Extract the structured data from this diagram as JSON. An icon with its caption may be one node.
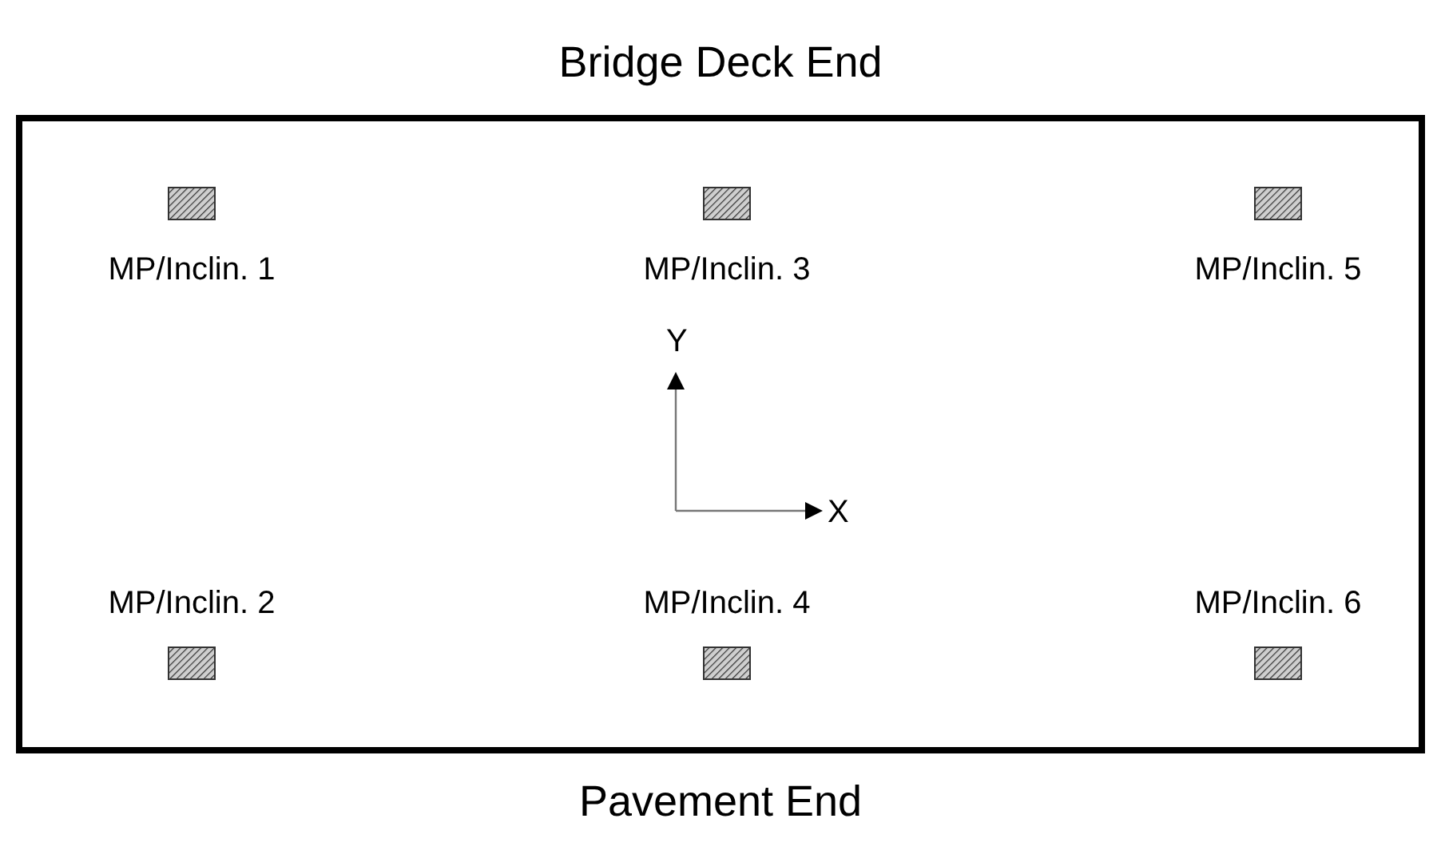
{
  "diagram": {
    "nodes": [
      {
        "text": [
          "Bridge Deck End",
          "Pavement End"
        ]
      },
      {
        "text": [
          "MP/Inclin. 1"
        ],
        "in": 0
      },
      {
        "text": [
          "MP/Inclin. 3"
        ],
        "in": 0
      },
      {
        "text": [
          "MP/Inclin. 5"
        ],
        "in": 0
      },
      {
        "text": [
          "MP/Inclin. 2"
        ],
        "in": 0
      },
      {
        "text": [
          "MP/Inclin. 4"
        ],
        "in": 0
      },
      {
        "text": [
          "MP/Inclin. 6"
        ],
        "in": 0
      }
    ],
    "labels": [
      "Y",
      "X"
    ]
  }
}
